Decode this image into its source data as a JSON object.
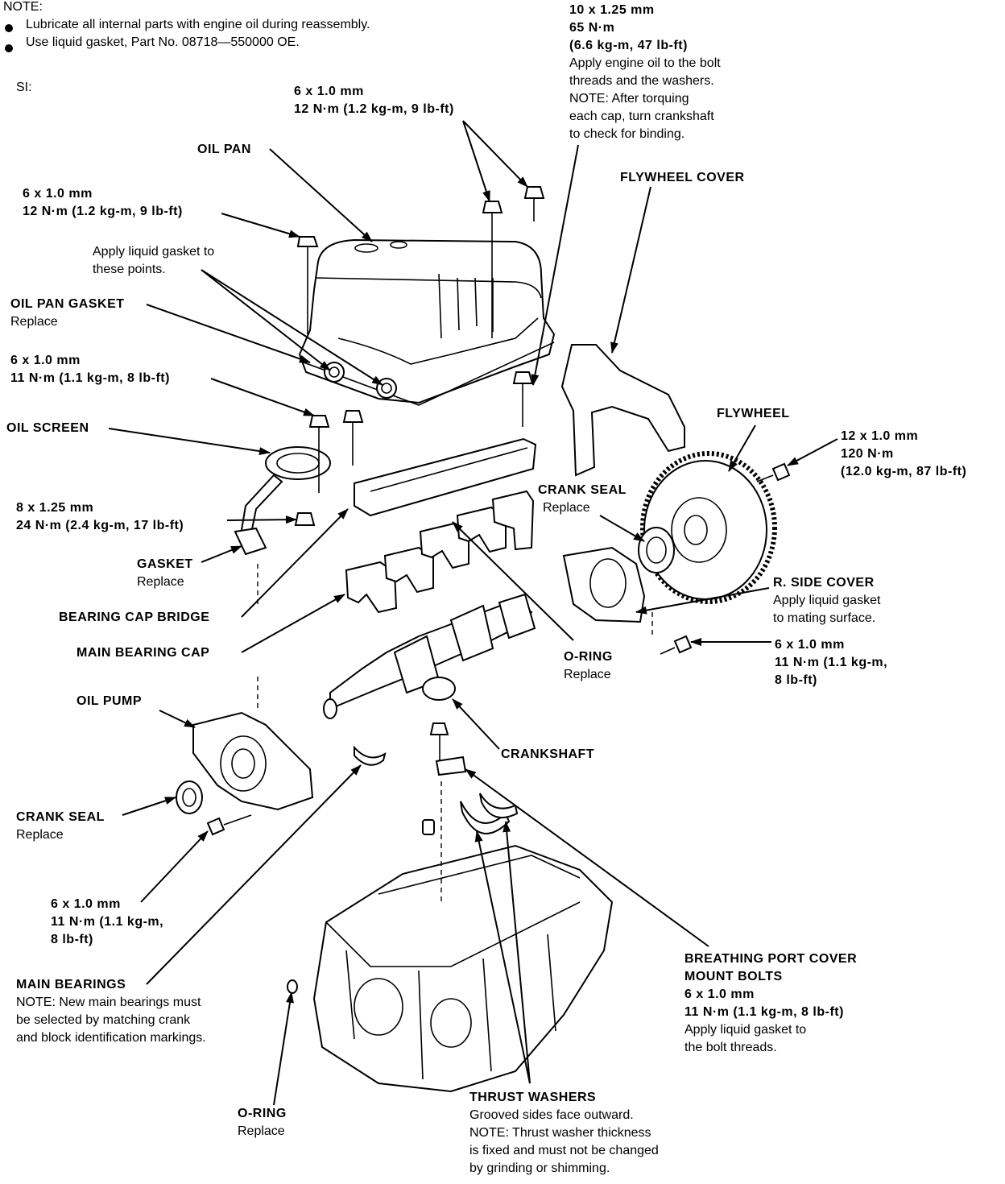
{
  "note": {
    "heading": "NOTE:",
    "bullets": [
      "Lubricate all internal parts with engine oil during reassembly.",
      "Use liquid gasket, Part No. 08718—550000 OE."
    ]
  },
  "si_label": "SI:",
  "labels": {
    "main_cap_bolt": {
      "lines": [
        "10 x 1.25 mm",
        "65 N·m",
        "(6.6 kg-m, 47 lb-ft)"
      ],
      "notes": [
        "Apply engine oil to the bolt",
        "threads and the washers.",
        "NOTE: After torquing",
        "each cap, turn crankshaft",
        "to check for binding."
      ]
    },
    "oil_pan_bolt_top": {
      "lines": [
        "6 x 1.0 mm",
        "12 N·m (1.2 kg-m, 9 lb-ft)"
      ]
    },
    "oil_pan": {
      "title": "OIL PAN"
    },
    "flywheel_cover": {
      "title": "FLYWHEEL COVER"
    },
    "oil_pan_bolt_left": {
      "lines": [
        "6 x 1.0 mm",
        "12 N·m (1.2 kg-m, 9 lb-ft)"
      ]
    },
    "liquid_gasket_points": {
      "lines": [
        "Apply liquid gasket to",
        "these points."
      ]
    },
    "oil_pan_gasket": {
      "title": "OIL PAN GASKET",
      "sub": "Replace"
    },
    "oil_screen_bolt": {
      "lines": [
        "6 x 1.0 mm",
        "11 N·m (1.1 kg-m, 8 lb-ft)"
      ]
    },
    "oil_screen": {
      "title": "OIL SCREEN"
    },
    "flywheel": {
      "title": "FLYWHEEL"
    },
    "flywheel_bolt": {
      "lines": [
        "12 x 1.0 mm",
        "120 N·m",
        "(12.0 kg-m, 87 lb-ft)"
      ]
    },
    "oil_screen_nut": {
      "lines": [
        "8 x 1.25 mm",
        "24 N·m (2.4 kg-m, 17 lb-ft)"
      ]
    },
    "crank_seal_right": {
      "title": "CRANK SEAL",
      "sub": "Replace"
    },
    "gasket": {
      "title": "GASKET",
      "sub": "Replace"
    },
    "r_side_cover": {
      "title": "R. SIDE COVER",
      "notes": [
        "Apply liquid gasket",
        "to mating surface."
      ]
    },
    "bearing_cap_bridge": {
      "title": "BEARING CAP BRIDGE"
    },
    "side_cover_bolt": {
      "lines": [
        "6 x 1.0 mm",
        "11 N·m (1.1 kg-m,",
        "8 lb-ft)"
      ]
    },
    "main_bearing_cap": {
      "title": "MAIN BEARING CAP"
    },
    "o_ring_mid": {
      "title": "O-RING",
      "sub": "Replace"
    },
    "oil_pump": {
      "title": "OIL PUMP"
    },
    "crankshaft": {
      "title": "CRANKSHAFT"
    },
    "crank_seal_left": {
      "title": "CRANK SEAL",
      "sub": "Replace"
    },
    "oil_pump_bolt": {
      "lines": [
        "6 x 1.0 mm",
        "11 N·m (1.1 kg-m,",
        "8 lb-ft)"
      ]
    },
    "breathing_port": {
      "title_lines": [
        "BREATHING PORT COVER",
        "MOUNT BOLTS",
        "6 x 1.0 mm",
        "11 N·m (1.1 kg-m, 8 lb-ft)"
      ],
      "notes": [
        "Apply liquid gasket to",
        "the bolt threads."
      ]
    },
    "main_bearings": {
      "title": "MAIN BEARINGS",
      "notes": [
        "NOTE: New main bearings must",
        "be selected by matching crank",
        "and block identification markings."
      ]
    },
    "o_ring_bottom": {
      "title": "O-RING",
      "sub": "Replace"
    },
    "thrust_washers": {
      "title": "THRUST WASHERS",
      "notes": [
        "Grooved sides face outward.",
        "NOTE: Thrust washer thickness",
        "is fixed and must not be changed",
        "by grinding or shimming."
      ]
    }
  }
}
